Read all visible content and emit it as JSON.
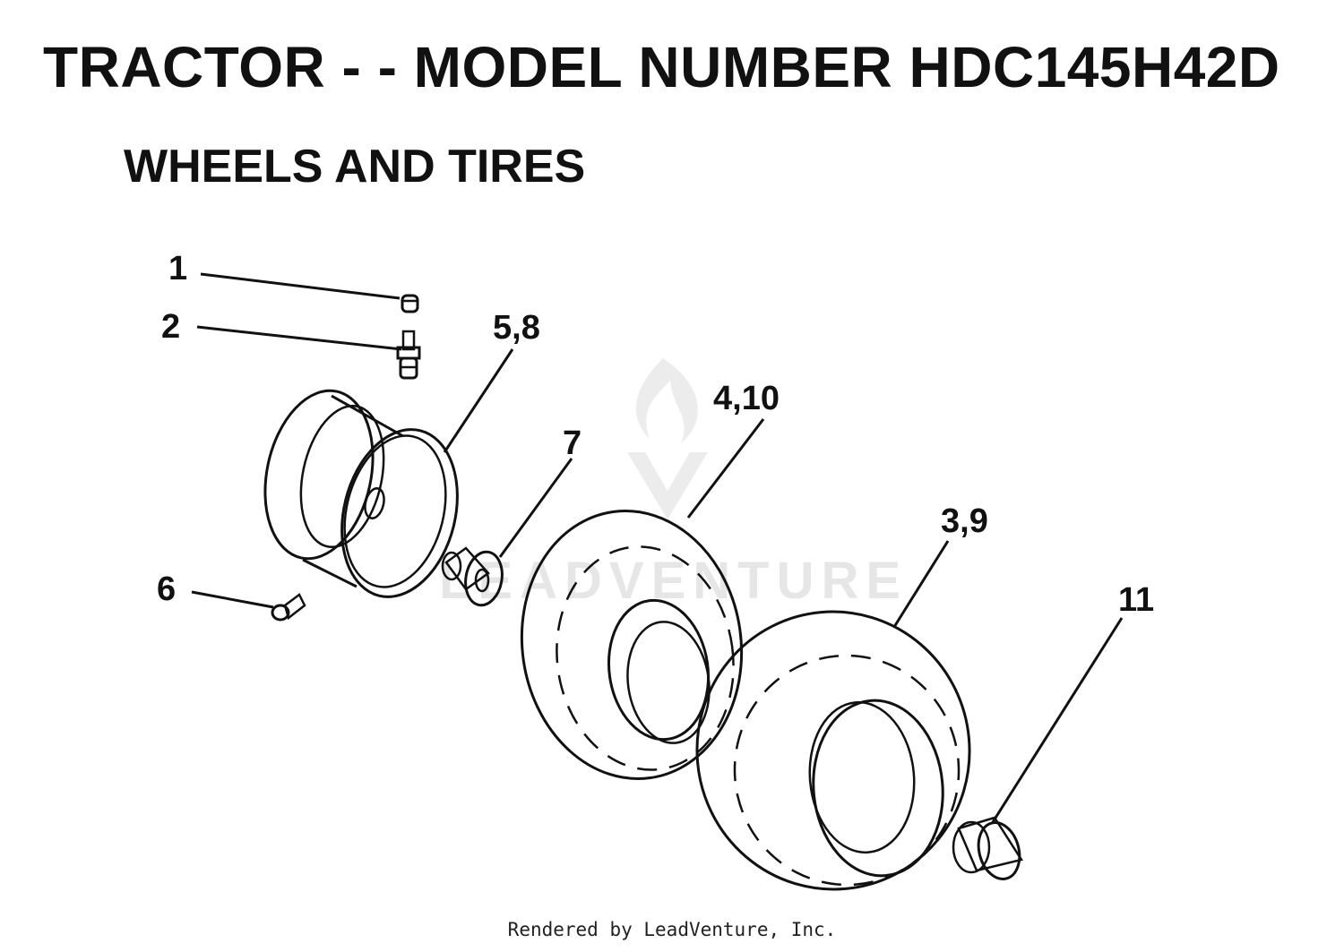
{
  "title": "TRACTOR - - MODEL NUMBER HDC145H42D",
  "subtitle": "WHEELS AND TIRES",
  "callouts": {
    "c1": "1",
    "c2": "2",
    "c58": "5,8",
    "c410": "4,10",
    "c7": "7",
    "c39": "3,9",
    "c6": "6",
    "c11": "11"
  },
  "watermark": "LEADVENTURE",
  "footer": "Rendered by LeadVenture, Inc."
}
